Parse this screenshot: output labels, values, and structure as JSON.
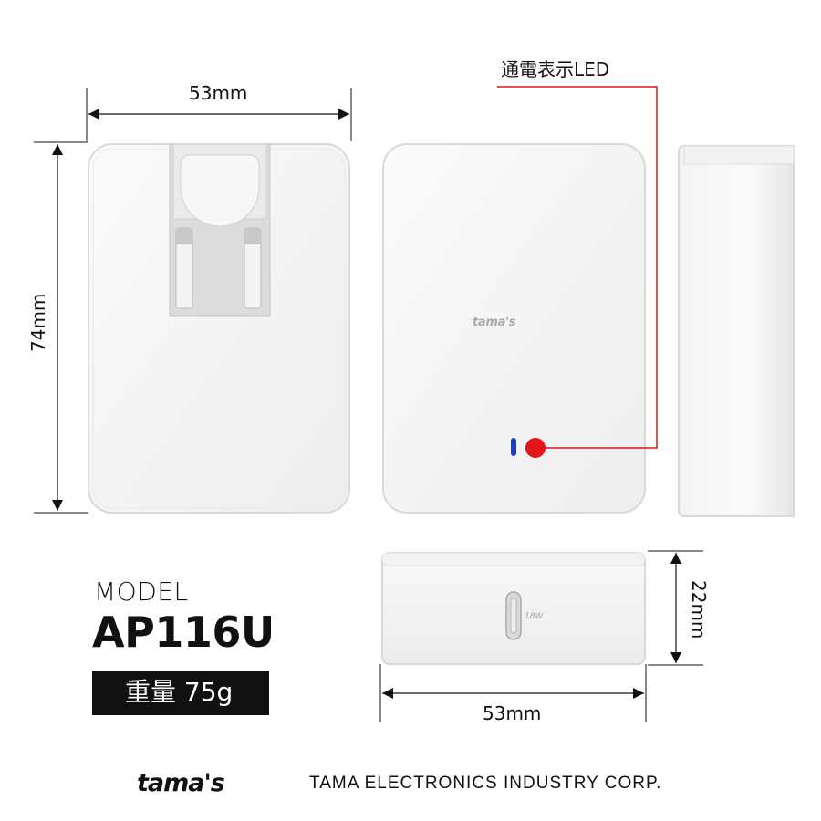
{
  "dimensions": {
    "width_top": "53mm",
    "height_left": "74mm",
    "depth_right": "22mm",
    "width_bottom": "53mm"
  },
  "callout": {
    "led_label": "通電表示LED",
    "line_color": "#e3141c",
    "led_red": "#e3141c",
    "led_blue": "#1a3fbf"
  },
  "model": {
    "label": "MODEL",
    "code": "AP116U",
    "weight": "重量 75g"
  },
  "product": {
    "face_logo": "tama's",
    "port_label": "18W"
  },
  "footer": {
    "brand_logo": "tama's",
    "company": "TAMA ELECTRONICS INDUSTRY CORP."
  }
}
